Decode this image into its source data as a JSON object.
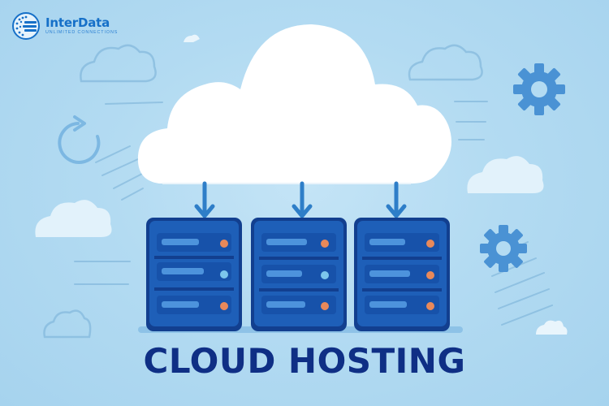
{
  "brand": {
    "name": "InterData",
    "tagline": "UNLIMITED CONNECTIONS",
    "color": "#1670c8"
  },
  "hero": {
    "title": "CLOUD HOSTING",
    "title_color": "#0f2f85"
  },
  "palette": {
    "background": "#b3dbf2",
    "cloud": "#ffffff",
    "server": "#1e5fb8",
    "server_dark": "#123f8f",
    "led_orange": "#e8895a",
    "led_blue": "#7cc6ec"
  },
  "illustration": {
    "icons": [
      "globe-icon",
      "cloud-icon",
      "server-rack-icon",
      "arrow-down-icon",
      "gear-icon",
      "refresh-icon"
    ],
    "server_count": 3,
    "arrow_count": 3
  }
}
